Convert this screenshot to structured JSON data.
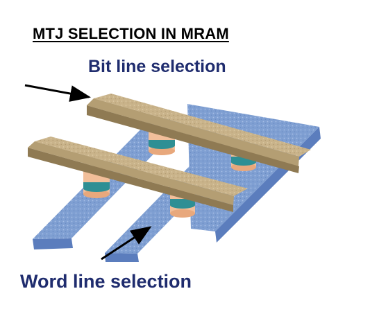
{
  "title": "MTJ SELECTION IN MRAM",
  "labels": {
    "bit_line": "Bit line selection",
    "word_line": "Word line selection"
  },
  "colors": {
    "bit_line_fill": "#c9b38a",
    "word_line_fill": "#7f9fd2",
    "mtj_body": "#f2bf9a",
    "mtj_band": "#2e8f94",
    "label_text": "#1f2c6e"
  }
}
